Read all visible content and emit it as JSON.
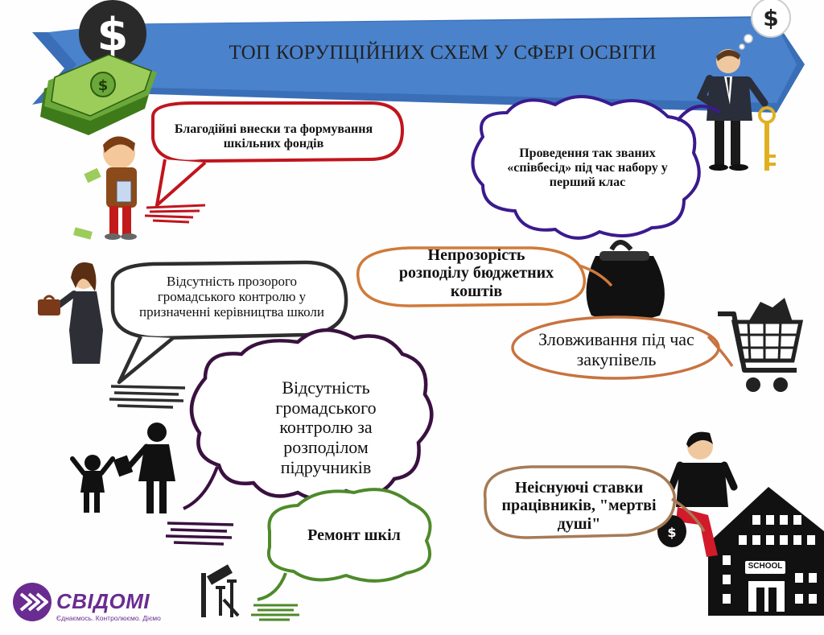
{
  "banner": {
    "title": "ТОП КОРУПЦІЙНИХ СХЕМ У СФЕРІ ОСВІТИ",
    "color": "#3a6fb8"
  },
  "icons": {
    "coin_left": "dollar-coin",
    "thought_bubble": "dollar-thought-bubble",
    "money_stack": "dollar-bills-stack",
    "key": "key",
    "purse": "purse",
    "cart": "shopping-cart",
    "tools": "hammer-and-nails"
  },
  "schemes": [
    {
      "text": "Благодійні внески та формування шкільних фондів",
      "color": "#c0151d"
    },
    {
      "text": "Проведення так званих «співбесід» під час набору у перший клас",
      "color": "#3b1a8e"
    },
    {
      "text": "Непрозорість розподілу бюджетних коштів",
      "color": "#d07a3a"
    },
    {
      "text": "Зловживання під час закупівель",
      "color": "#c87340"
    },
    {
      "text": "Відсутність прозорого громадського контролю у призначенні керівництва школи",
      "color": "#2e2e2e"
    },
    {
      "text": "Відсутність громадського контролю за розподілом підручників",
      "color": "#3a1140"
    },
    {
      "text": "Ремонт шкіл",
      "color": "#4e8a2a"
    },
    {
      "text": "Неіснуючі ставки працівників, \"мертві душі\"",
      "color": "#a67a55"
    }
  ],
  "school": {
    "sign": "SCHOOL"
  },
  "logo": {
    "name": "СВІДОМІ",
    "tagline": "Єднаємось. Контролюємо. Діємо",
    "color": "#6a2c91"
  }
}
